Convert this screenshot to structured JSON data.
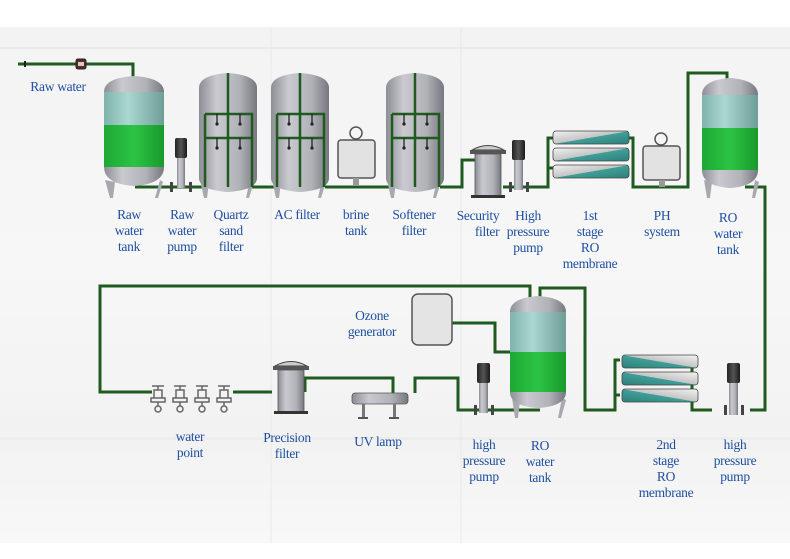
{
  "title": "Water treatment process flow diagram",
  "colors": {
    "pipe": "#1f5a1f",
    "water_green": "#22b53a",
    "water_teal": "#9fcfc8",
    "label": "#1f4fa0",
    "steel": "#a9a9b1"
  },
  "labels": {
    "raw_water": [
      "Raw water"
    ],
    "raw_water_tank": [
      "Raw",
      "water",
      "tank"
    ],
    "raw_water_pump": [
      "Raw",
      "water",
      "pump"
    ],
    "quartz_sand_filter": [
      "Quartz",
      "sand",
      "filter"
    ],
    "ac_filter": [
      "AC filter"
    ],
    "brine_tank": [
      "brine",
      "tank"
    ],
    "softener_filter": [
      "Softener",
      "filter"
    ],
    "security_filter": [
      "Security",
      "filter"
    ],
    "high_pressure_pump_1": [
      "High",
      "pressure",
      "pump"
    ],
    "first_stage_ro": [
      "1st",
      "stage",
      "RO",
      "membrane"
    ],
    "ph_system": [
      "PH",
      "system"
    ],
    "ro_water_tank_1": [
      "RO",
      "water",
      "tank"
    ],
    "ozone_generator": [
      "Ozone",
      "generator"
    ],
    "water_point": [
      "water",
      "point"
    ],
    "precision_filter": [
      "Precision",
      "filter"
    ],
    "uv_lamp": [
      "UV lamp"
    ],
    "high_pressure_pump_2": [
      "high",
      "pressure",
      "pump"
    ],
    "ro_water_tank_2": [
      "RO",
      "water",
      "tank"
    ],
    "second_stage_ro": [
      "2nd",
      "stage",
      "RO",
      "membrane"
    ],
    "high_pressure_pump_3": [
      "high",
      "pressure",
      "pump"
    ]
  },
  "components": [
    {
      "id": "raw_water_inlet",
      "icon": "valve-icon"
    },
    {
      "id": "raw_water_tank",
      "icon": "storage-tank-icon"
    },
    {
      "id": "raw_water_pump",
      "icon": "pump-icon"
    },
    {
      "id": "quartz_sand_filter",
      "icon": "filter-vessel-icon"
    },
    {
      "id": "ac_filter",
      "icon": "filter-vessel-icon"
    },
    {
      "id": "brine_tank",
      "icon": "brine-tank-icon"
    },
    {
      "id": "softener_filter",
      "icon": "filter-vessel-icon"
    },
    {
      "id": "security_filter",
      "icon": "cartridge-filter-icon"
    },
    {
      "id": "high_pressure_pump_1",
      "icon": "pump-icon"
    },
    {
      "id": "first_stage_ro",
      "icon": "ro-membrane-icon"
    },
    {
      "id": "ph_system",
      "icon": "dosing-tank-icon"
    },
    {
      "id": "ro_water_tank_1",
      "icon": "storage-tank-icon"
    },
    {
      "id": "high_pressure_pump_3",
      "icon": "pump-icon"
    },
    {
      "id": "second_stage_ro",
      "icon": "ro-membrane-icon"
    },
    {
      "id": "ro_water_tank_2",
      "icon": "storage-tank-icon"
    },
    {
      "id": "ozone_generator",
      "icon": "ozone-generator-icon"
    },
    {
      "id": "high_pressure_pump_2",
      "icon": "pump-icon"
    },
    {
      "id": "uv_lamp",
      "icon": "uv-lamp-icon"
    },
    {
      "id": "precision_filter",
      "icon": "cartridge-filter-icon"
    },
    {
      "id": "water_point",
      "icon": "faucet-icon",
      "count": 4
    }
  ]
}
